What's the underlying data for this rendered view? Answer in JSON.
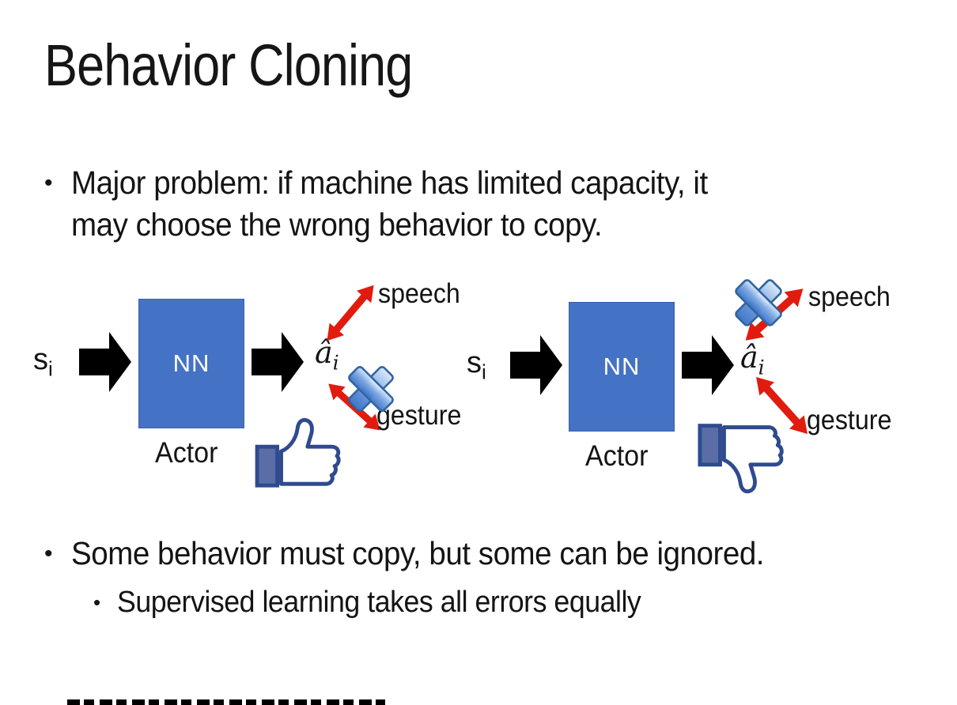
{
  "slide": {
    "title": "Behavior Cloning",
    "bullet_glyph": "•",
    "bullet1_line1": "Major problem: if machine has limited capacity, it",
    "bullet1_line2": "may choose the wrong behavior to copy.",
    "bullet2": "Some behavior must copy, but some can be ignored.",
    "bullet2_sub": "Supervised learning takes all errors equally"
  },
  "diagrams": {
    "left": {
      "input_main": "s",
      "input_sub": "i",
      "box_label": "NN",
      "caption": "Actor",
      "output_main": "â",
      "output_sub": "i",
      "branch_top_label": "speech",
      "branch_bottom_label": "gesture",
      "crossed_out_branch": "gesture",
      "feedback_icon": "thumbs-up"
    },
    "right": {
      "input_main": "s",
      "input_sub": "i",
      "box_label": "NN",
      "caption": "Actor",
      "output_main": "â",
      "output_sub": "i",
      "branch_top_label": "speech",
      "branch_bottom_label": "gesture",
      "crossed_out_branch": "speech",
      "feedback_icon": "thumbs-down"
    }
  },
  "colors": {
    "nn_box_fill": "#4472C4",
    "nn_box_border": "#3A62A8",
    "flow_arrow_black": "#000000",
    "branch_arrow_red": "#E11B0E",
    "cross_icon_blue": "#4E86D2",
    "thumb_outline_navy": "#2E4B8F",
    "thumb_cuff_fill": "#5B6DA6",
    "text_color": "#141414"
  }
}
